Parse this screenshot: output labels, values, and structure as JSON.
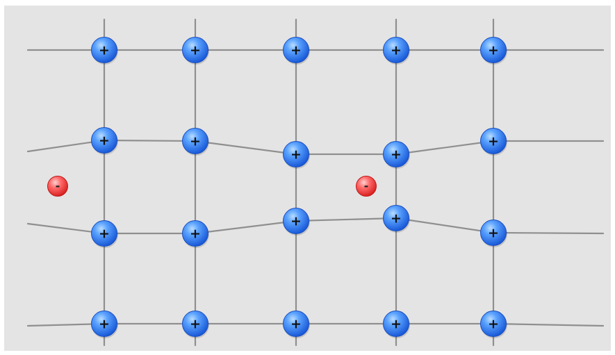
{
  "diagram": {
    "colors": {
      "background": "#e4e4e4",
      "grid_line": "#8f8f8f",
      "ion": "#2f6fe0",
      "electron": "#ee3b3b",
      "trail": "#ff8080"
    },
    "ion_symbol": "+",
    "electron_symbol": "-",
    "lattice": {
      "rows": 4,
      "columns": 5,
      "ion_count": 20,
      "distorted_rows": [
        2,
        3
      ]
    },
    "electrons": [
      {
        "id": "electron-left",
        "symbol": "-",
        "moving": true
      },
      {
        "id": "electron-center",
        "symbol": "-",
        "moving": true
      }
    ]
  }
}
